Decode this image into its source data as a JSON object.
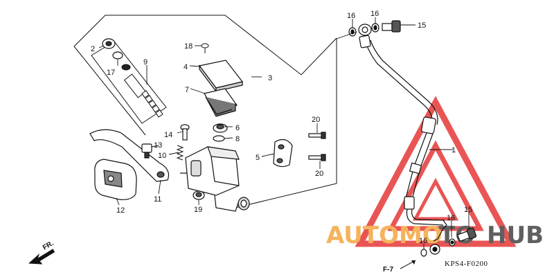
{
  "diagram": {
    "part_numbers": {
      "p1": "1",
      "p2": "2",
      "p3": "3",
      "p4": "4",
      "p5": "5",
      "p6": "6",
      "p7": "7",
      "p8": "8",
      "p9": "9",
      "p10": "10",
      "p11": "11",
      "p12": "12",
      "p13": "13",
      "p14": "14",
      "p15": "15",
      "p16": "16",
      "p17": "17",
      "p18": "18",
      "p19": "19",
      "p20": "20"
    },
    "direction_label": "FR.",
    "section_ref": "F-7",
    "drawing_code": "KPS4-F0200"
  },
  "watermark": {
    "text_part1": "AUTOMO",
    "text_part2": "TO",
    "text_part3": "HUB",
    "color_primary": "#f4a640",
    "color_secondary": "#444444",
    "triangle_color": "#e63838"
  }
}
